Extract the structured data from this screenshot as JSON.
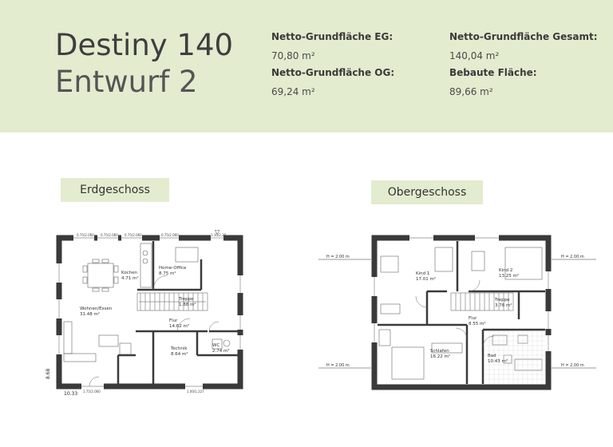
{
  "header": {
    "title_line1": "Destiny 140",
    "title_line2": "Entwurf 2",
    "stats": [
      {
        "label": "Netto-Grundfläche EG:",
        "value": "70,80 m²"
      },
      {
        "label": "Netto-Grundfläche OG:",
        "value": "69,24 m²"
      },
      {
        "label": "Netto-Grundfläche Gesamt:",
        "value": "140,04 m²"
      },
      {
        "label": "Bebaute Fläche:",
        "value": "89,66 m²"
      }
    ]
  },
  "floors": {
    "eg": {
      "label": "Erdgeschoss",
      "rooms": [
        {
          "name": "Kochen",
          "area": "4.71 m²"
        },
        {
          "name": "Home-Office",
          "area": "8.75 m²"
        },
        {
          "name": "Wohnen/Essen",
          "area": "31.48 m²"
        },
        {
          "name": "Treppe",
          "area": "1.88 m²"
        },
        {
          "name": "Flur",
          "area": "14.62 m²"
        },
        {
          "name": "Technik",
          "area": "8.64 m²"
        },
        {
          "name": "WC",
          "area": "2.74 m²"
        }
      ],
      "dims": {
        "width": "10.33",
        "depth": "8.68",
        "window_top_1": "0.75/2.060",
        "window_top_2": "0.75/2.060",
        "window_top_3": "0.75/2.060",
        "window_top_4": "0.75/2.060",
        "door_top": "1.10/2.20",
        "window_bottom_1": "1.75/2.060",
        "window_bottom_2": "1.00/1.227"
      }
    },
    "og": {
      "label": "Obergeschoss",
      "rooms": [
        {
          "name": "Kind 1",
          "area": "17.01 m²"
        },
        {
          "name": "Kind 2",
          "area": "13.25 m²"
        },
        {
          "name": "Treppe",
          "area": "3.78 m²"
        },
        {
          "name": "Flur",
          "area": "8.55 m²"
        },
        {
          "name": "Schlafen",
          "area": "16.22 m²"
        },
        {
          "name": "Bad",
          "area": "10.43 m²"
        }
      ],
      "height_mark": "H = 2.00 m"
    }
  }
}
